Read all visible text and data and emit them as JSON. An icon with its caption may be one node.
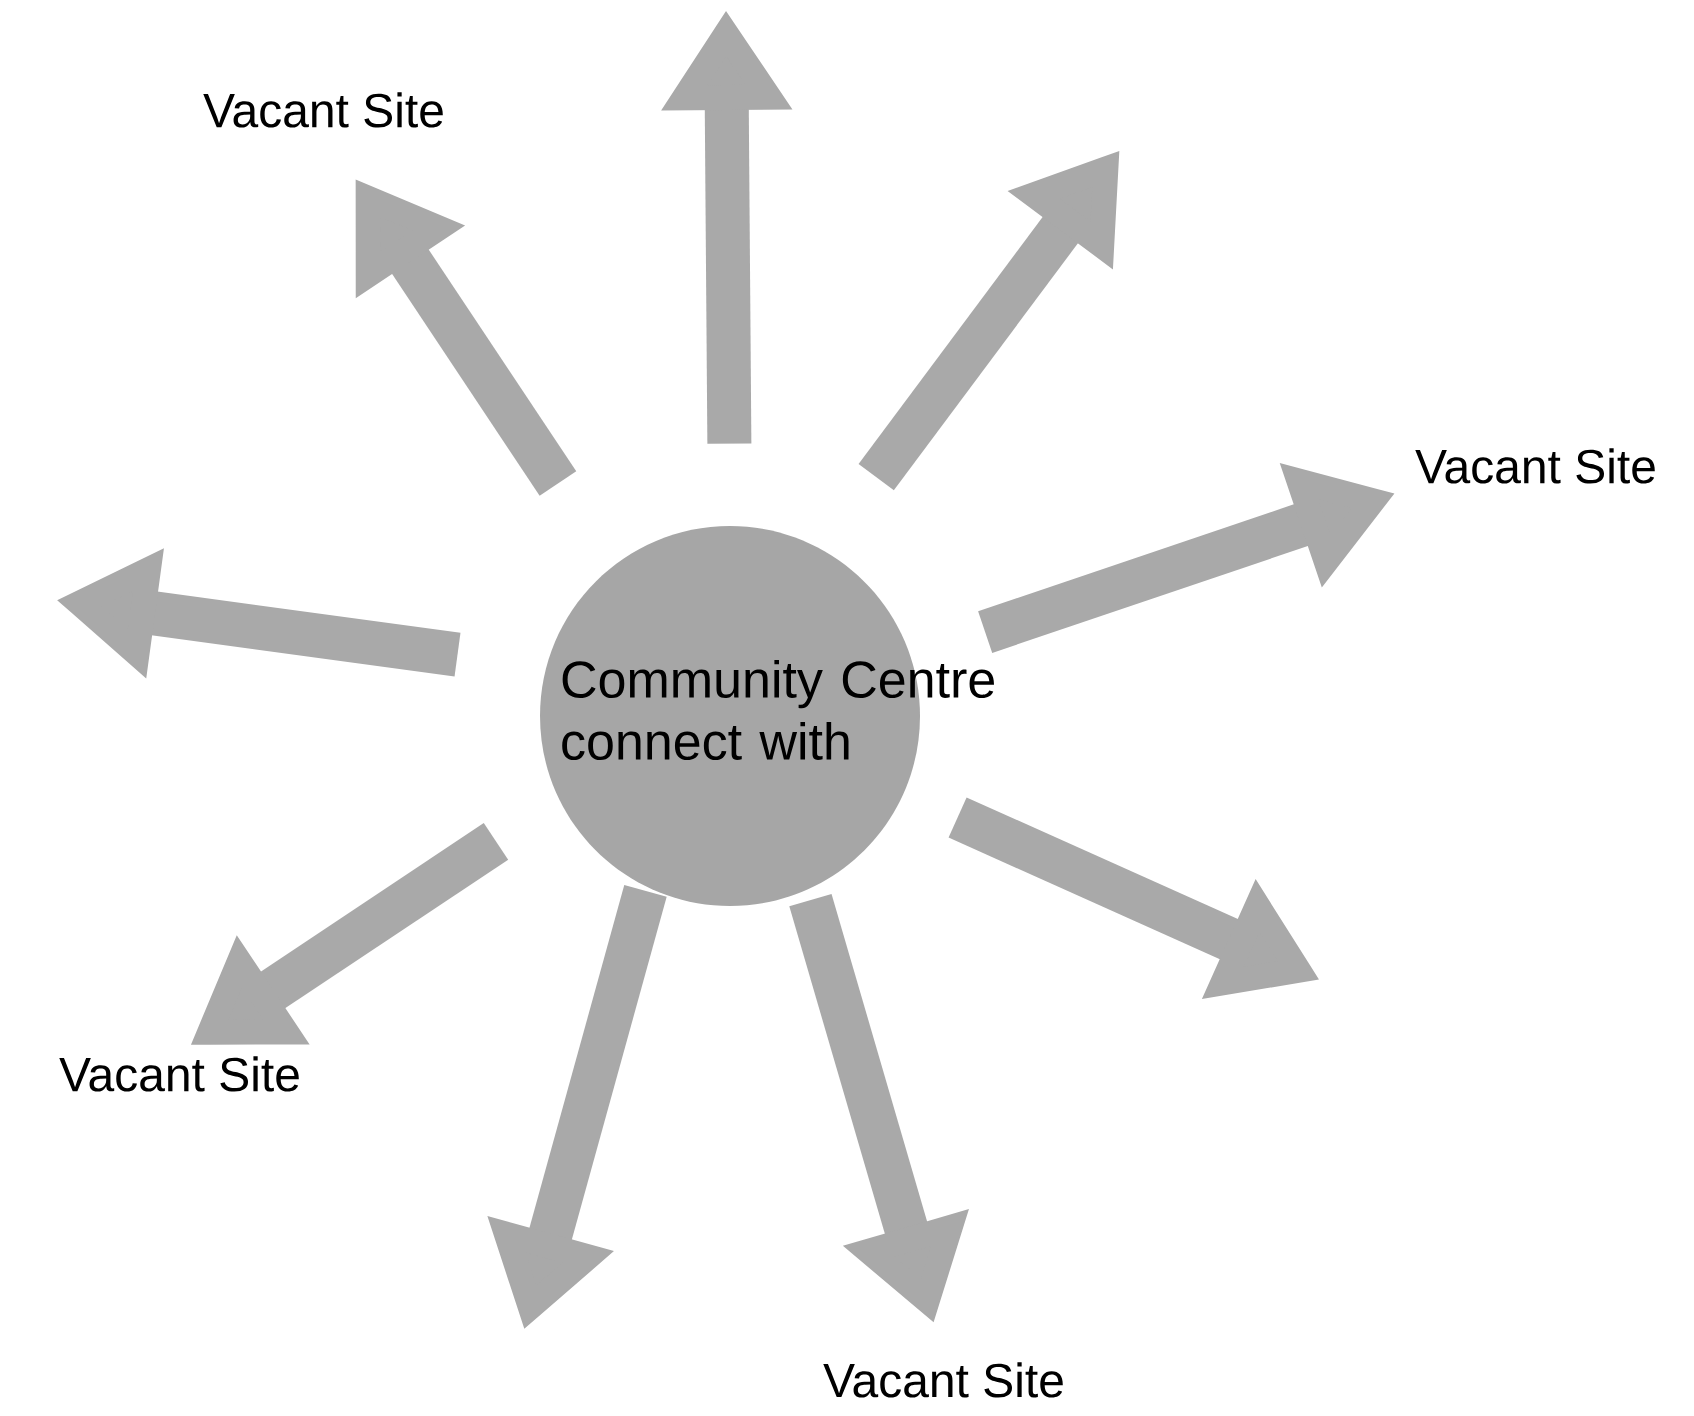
{
  "diagram": {
    "nodes": [
      {
        "text": [
          "Community Centre connect with"
        ]
      },
      {
        "text": [
          "Vacant Site"
        ]
      },
      {
        "text": [
          "Vacant Site"
        ]
      },
      {
        "text": [
          "Vacant Site"
        ]
      },
      {
        "text": [
          "Vacant Site"
        ]
      }
    ],
    "edges": [
      {
        "from": 0,
        "to": 1,
        "arrow": "to"
      },
      {
        "from": 0,
        "to": null,
        "arrow": "to"
      },
      {
        "from": 0,
        "to": null,
        "arrow": "to"
      },
      {
        "from": 0,
        "to": 2,
        "arrow": "to"
      },
      {
        "from": 0,
        "to": null,
        "arrow": "to"
      },
      {
        "from": 0,
        "to": 4,
        "arrow": "to"
      },
      {
        "from": 0,
        "to": null,
        "arrow": "to"
      },
      {
        "from": 0,
        "to": 3,
        "arrow": "to"
      },
      {
        "from": 0,
        "to": null,
        "arrow": "to"
      }
    ]
  }
}
